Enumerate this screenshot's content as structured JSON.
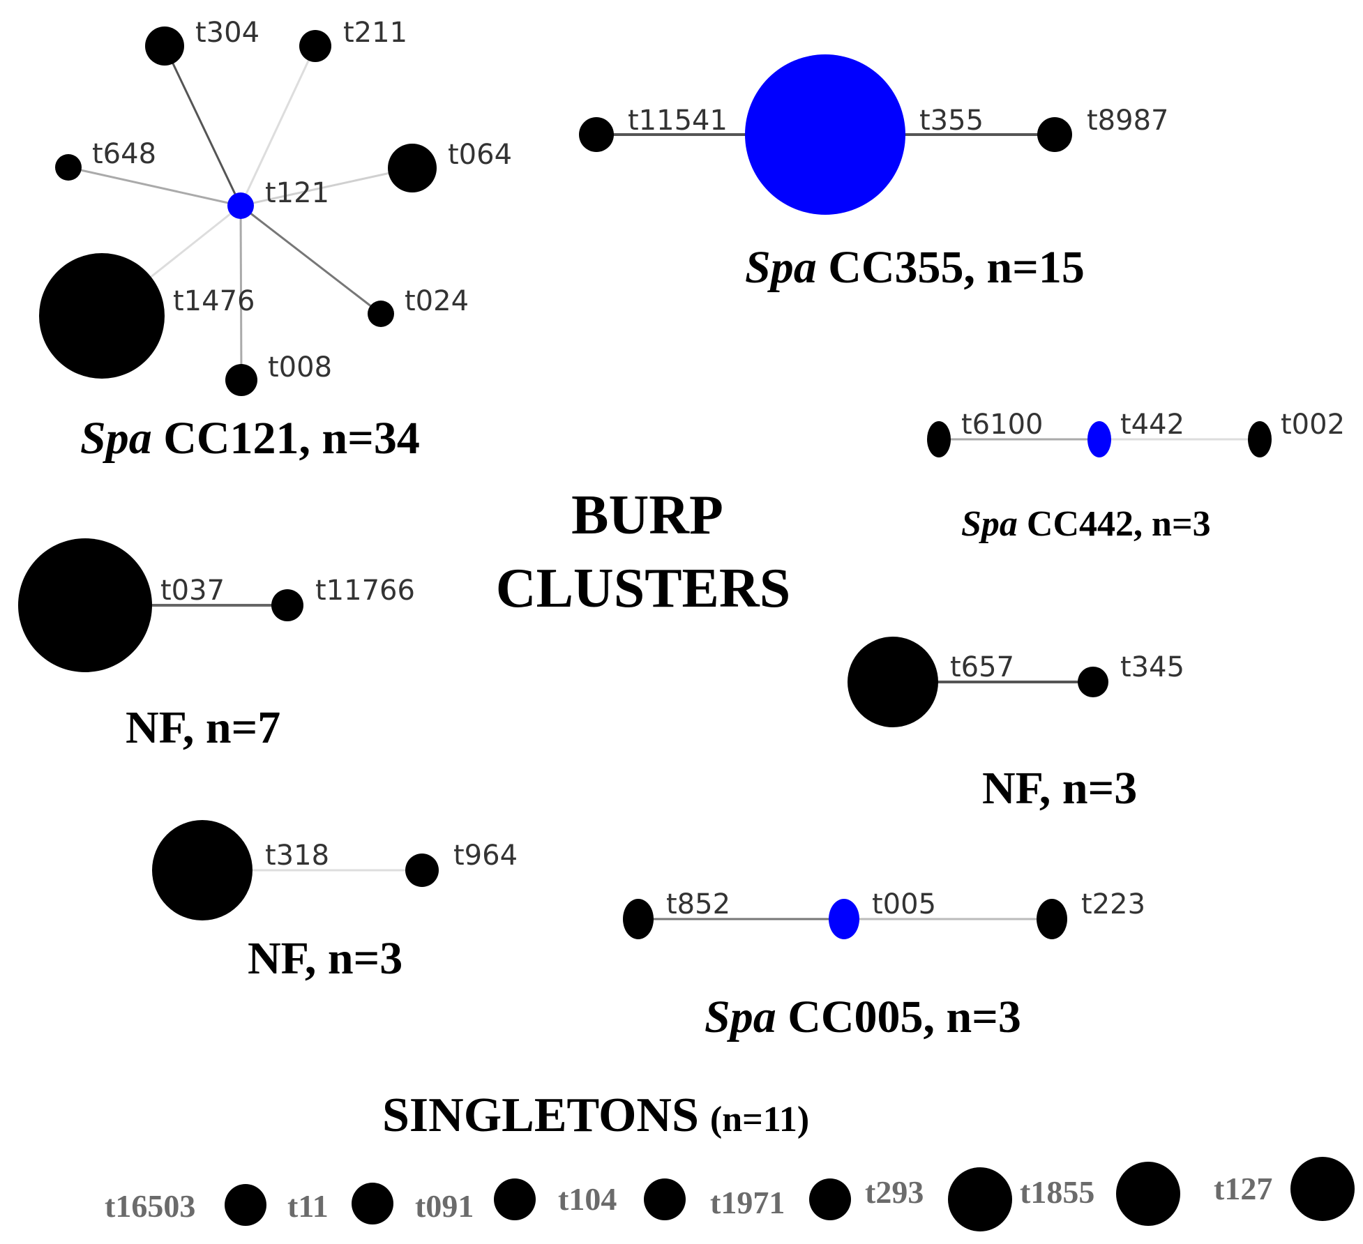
{
  "colors": {
    "node": "#000000",
    "highlight": "#0000ff",
    "edge_dark": "#666666",
    "edge_light": "#cccccc"
  },
  "title": {
    "line1": "BURP",
    "line2": "CLUSTERS"
  },
  "clusters": [
    {
      "id": "cc121",
      "caption_italic": "Spa",
      "caption_rest": " CC121, n=34",
      "nodes": [
        "t304",
        "t211",
        "t648",
        "t121",
        "t064",
        "t1476",
        "t024",
        "t008"
      ]
    },
    {
      "id": "cc355",
      "caption_italic": "Spa",
      "caption_rest": " CC355, n=15",
      "nodes": [
        "t11541",
        "t355",
        "t8987"
      ]
    },
    {
      "id": "cc442",
      "caption_italic": "Spa",
      "caption_rest": " CC442, n=3",
      "nodes": [
        "t6100",
        "t442",
        "t002"
      ]
    },
    {
      "id": "nf7",
      "caption_italic": "",
      "caption_rest": "NF, n=7",
      "nodes": [
        "t037",
        "t11766"
      ]
    },
    {
      "id": "nf3a",
      "caption_italic": "",
      "caption_rest": "NF, n=3",
      "nodes": [
        "t657",
        "t345"
      ]
    },
    {
      "id": "nf3b",
      "caption_italic": "",
      "caption_rest": "NF, n=3",
      "nodes": [
        "t318",
        "t964"
      ]
    },
    {
      "id": "cc005",
      "caption_italic": "Spa",
      "caption_rest": " CC005, n=3",
      "nodes": [
        "t852",
        "t005",
        "t223"
      ]
    }
  ],
  "singletons": {
    "title": "SINGLETONS",
    "count": "(n=11)",
    "items": [
      "t16503",
      "t11",
      "t091",
      "t104",
      "t1971",
      "t293",
      "t1855",
      "t127"
    ]
  }
}
